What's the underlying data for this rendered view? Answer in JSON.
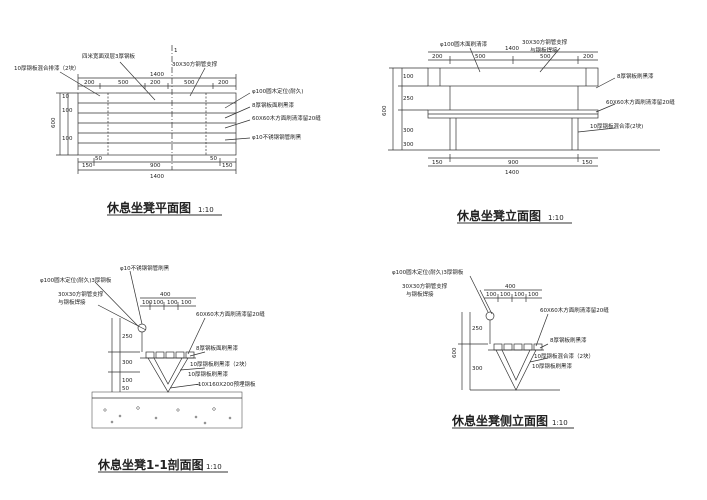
{
  "drawings": {
    "plan": {
      "title": "休息坐凳平面图",
      "scale": "1:10",
      "section_mark": "1",
      "dims_top": {
        "total": "1400",
        "seg_a": "200",
        "seg_b": "500",
        "seg_c": "200",
        "seg_d": "500",
        "seg_e": "200"
      },
      "dims_bottom": {
        "total": "1400",
        "seg_a": "150",
        "seg_b": "900",
        "seg_c": "150",
        "left": "50",
        "right": "50"
      },
      "dims_side": {
        "total": "600",
        "seg_a": "10",
        "seg_b": "100",
        "seg_c": "100"
      },
      "notes": [
        "四米宽面双层3厚钢板",
        "10厚钢板混合排漆（2块）",
        "30X30方钢管支撑",
        "φ100圆木定位(耐久)",
        "8厚钢板面刷黑漆",
        "60X60木方面刷清漆留20缝",
        "φ10不锈钢钢管刷黑"
      ]
    },
    "elevation": {
      "title": "休息坐凳立面图",
      "scale": "1:10",
      "dims_top": {
        "total": "1400",
        "seg_a": "200",
        "seg_b": "500",
        "seg_c": "500",
        "seg_d": "200"
      },
      "dims_bottom": {
        "total": "1400",
        "seg_a": "150",
        "seg_b": "900",
        "seg_c": "150"
      },
      "dims_side": {
        "total": "600",
        "seg_a": "100",
        "seg_b": "250",
        "seg_c": "300",
        "seg_d": "300"
      },
      "notes": [
        "φ100圆木面刷清漆",
        "30X30方钢管支撑",
        "与钢板焊接",
        "8厚钢板刷黑漆",
        "60X60木方面刷清漆留20缝",
        "10厚钢板混合漆(2块)"
      ]
    },
    "section": {
      "title": "休息坐凳1-1剖面图",
      "scale": "1:10",
      "dims_top": {
        "total": "400",
        "seg_a": "100",
        "seg_b": "100",
        "seg_c": "100",
        "seg_d": "100"
      },
      "dims_side": {
        "seg_a": "250",
        "seg_b": "300",
        "seg_c": "100",
        "seg_d": "50"
      },
      "notes": [
        "φ10不锈钢钢管刷黑",
        "φ100圆木定位(耐久)3厚钢板",
        "30X30方钢管支撑",
        "与钢板焊接",
        "60X60木方面刷清漆留20缝",
        "8厚钢板面刷黑漆",
        "10厚钢板刷黑漆（2块）",
        "10厚钢板刷黑漆",
        "-10X160X200预埋钢板"
      ]
    },
    "side_elevation": {
      "title": "休息坐凳侧立面图",
      "scale": "1:10",
      "dims_top": {
        "total": "400",
        "seg_a": "100",
        "seg_b": "100",
        "seg_c": "100",
        "seg_d": "100"
      },
      "dims_side": {
        "total": "600",
        "seg_a": "250",
        "seg_b": "300"
      },
      "notes": [
        "φ100圆木定位(耐久)3厚钢板",
        "30X30方钢管支撑",
        "与钢板焊接",
        "60X60木方面刷清漆留20缝",
        "8厚钢板刷黑漆",
        "10厚钢板混合漆（2块）",
        "10厚钢板刷黑漆"
      ]
    }
  }
}
